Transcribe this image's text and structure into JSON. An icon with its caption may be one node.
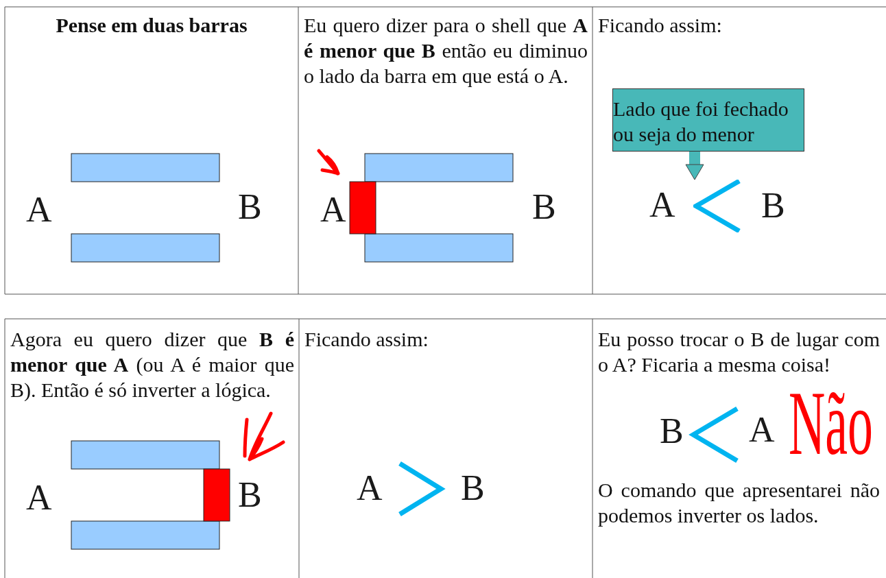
{
  "diagram": {
    "nodes": [
      {
        "text": [
          "Lado que foi fechado ou seja do menor"
        ]
      },
      {
        "text": [],
        "shape": "chevron"
      }
    ],
    "edges": [
      {
        "from": 0,
        "to": 1,
        "arrow": "to"
      }
    ],
    "labels": [
      "Pense em duas barras",
      "A",
      "B",
      "Eu quero dizer para o shell que **A é menor que B** então eu diminuo o lado da barra em que está o A.",
      "A",
      "B",
      "Ficando assim:",
      "A",
      "B",
      "Agora eu quero dizer que **B é menor que A** (ou A é maior que B). Então é só inverter a lógica.",
      "A",
      "B",
      "Ficando assim:",
      "A",
      "B",
      "Eu posso trocar o B de lugar com o A? Ficaria a mesma coisa!",
      "B",
      "A",
      "Não",
      "O comando que apresentarei não podemos inverter os lados."
    ]
  }
}
